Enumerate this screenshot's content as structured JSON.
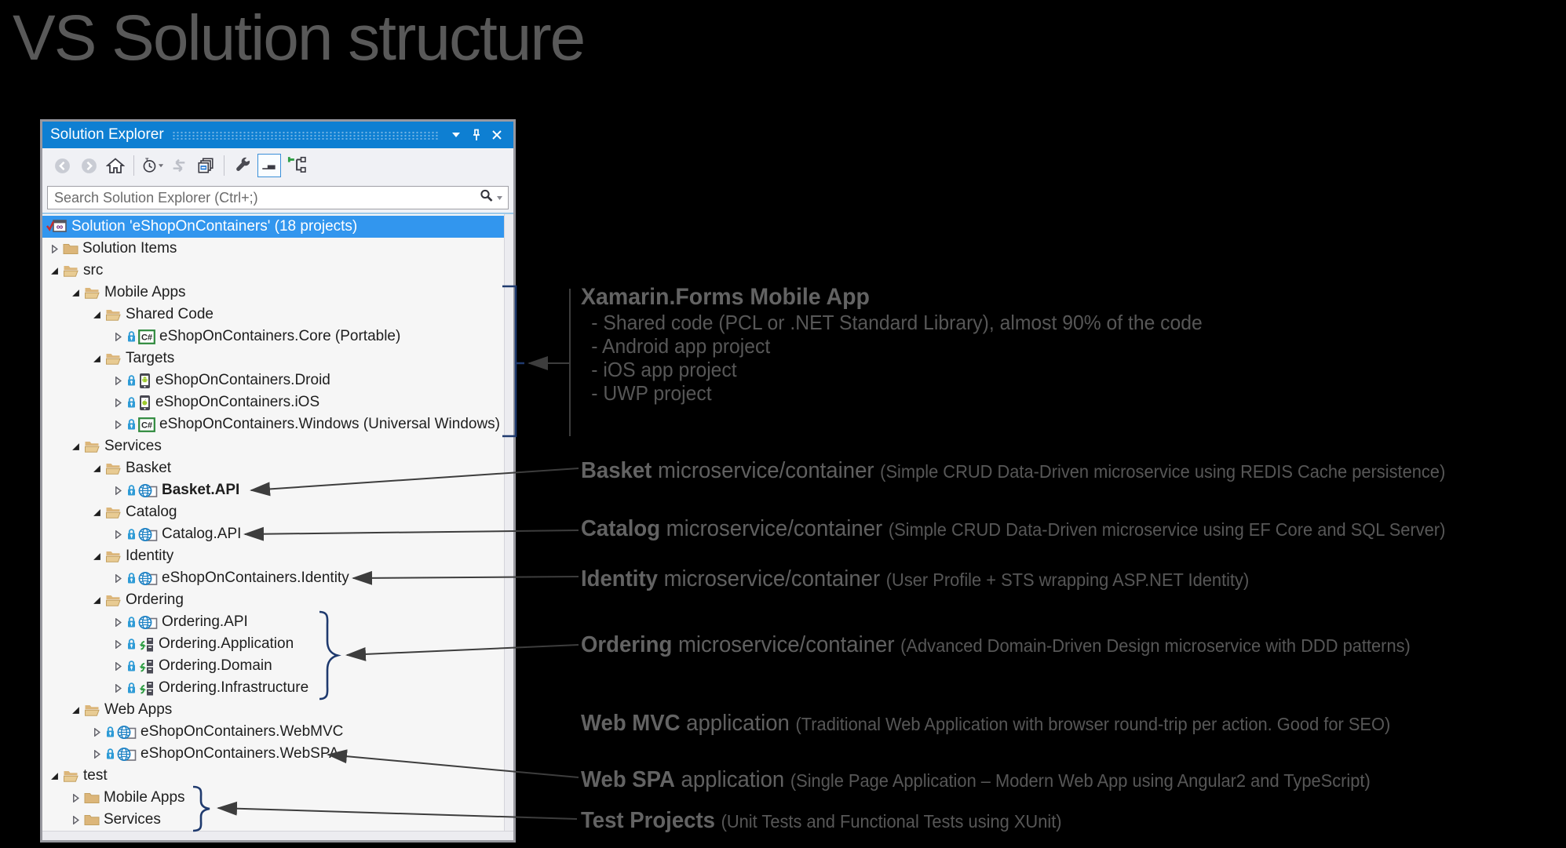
{
  "page": {
    "title": "VS Solution structure"
  },
  "panel": {
    "title": "Solution Explorer",
    "titlebar_icons": [
      "window-position-icon",
      "pin-icon",
      "close-icon"
    ],
    "toolbar_icons": [
      "back-icon",
      "forward-icon",
      "home-icon",
      "switch-views-icon",
      "refresh-icon",
      "collapse-all-icon",
      "properties-icon",
      "show-all-files-icon",
      "sync-with-active-document-icon"
    ],
    "search": {
      "placeholder": "Search Solution Explorer (Ctrl+;)",
      "icons": [
        "search-icon",
        "search-options-icon"
      ]
    },
    "tree": [
      {
        "label": "Solution 'eShopOnContainers' (18 projects)",
        "level": 0,
        "icon": "solution-icon",
        "selected": true
      },
      {
        "label": "Solution Items",
        "level": 1,
        "expander": "collapsed",
        "icon": "folder-closed-icon"
      },
      {
        "label": "src",
        "level": 1,
        "expander": "expanded",
        "icon": "folder-open-icon"
      },
      {
        "label": "Mobile Apps",
        "level": 2,
        "expander": "expanded",
        "icon": "folder-open-icon"
      },
      {
        "label": "Shared Code",
        "level": 3,
        "expander": "expanded",
        "icon": "folder-open-icon"
      },
      {
        "label": "eShopOnContainers.Core (Portable)",
        "level": 4,
        "expander": "collapsed",
        "icon": "csharp-project-icon",
        "lock": true
      },
      {
        "label": "Targets",
        "level": 3,
        "expander": "expanded",
        "icon": "folder-open-icon"
      },
      {
        "label": "eShopOnContainers.Droid",
        "level": 4,
        "expander": "collapsed",
        "icon": "android-project-icon",
        "lock": true
      },
      {
        "label": "eShopOnContainers.iOS",
        "level": 4,
        "expander": "collapsed",
        "icon": "ios-project-icon",
        "lock": true
      },
      {
        "label": "eShopOnContainers.Windows (Universal Windows)",
        "level": 4,
        "expander": "collapsed",
        "icon": "csharp-project-icon",
        "lock": true
      },
      {
        "label": "Services",
        "level": 2,
        "expander": "expanded",
        "icon": "folder-open-icon"
      },
      {
        "label": "Basket",
        "level": 3,
        "expander": "expanded",
        "icon": "folder-open-icon"
      },
      {
        "label": "Basket.API",
        "level": 4,
        "expander": "collapsed",
        "icon": "web-project-icon",
        "lock": true,
        "bold": true
      },
      {
        "label": "Catalog",
        "level": 3,
        "expander": "expanded",
        "icon": "folder-open-icon"
      },
      {
        "label": "Catalog.API",
        "level": 4,
        "expander": "collapsed",
        "icon": "web-project-icon",
        "lock": true
      },
      {
        "label": "Identity",
        "level": 3,
        "expander": "expanded",
        "icon": "folder-open-icon"
      },
      {
        "label": "eShopOnContainers.Identity",
        "level": 4,
        "expander": "collapsed",
        "icon": "web-project-icon",
        "lock": true
      },
      {
        "label": "Ordering",
        "level": 3,
        "expander": "expanded",
        "icon": "folder-open-icon"
      },
      {
        "label": "Ordering.API",
        "level": 4,
        "expander": "collapsed",
        "icon": "web-project-icon",
        "lock": true
      },
      {
        "label": "Ordering.Application",
        "level": 4,
        "expander": "collapsed",
        "icon": "library-project-icon",
        "lock": true
      },
      {
        "label": "Ordering.Domain",
        "level": 4,
        "expander": "collapsed",
        "icon": "library-project-icon",
        "lock": true
      },
      {
        "label": "Ordering.Infrastructure",
        "level": 4,
        "expander": "collapsed",
        "icon": "library-project-icon",
        "lock": true
      },
      {
        "label": "Web Apps",
        "level": 2,
        "expander": "expanded",
        "icon": "folder-open-icon"
      },
      {
        "label": "eShopOnContainers.WebMVC",
        "level": 3,
        "expander": "collapsed",
        "icon": "web-project-icon",
        "lock": true
      },
      {
        "label": "eShopOnContainers.WebSPA",
        "level": 3,
        "expander": "collapsed",
        "icon": "web-project-icon",
        "lock": true
      },
      {
        "label": "test",
        "level": 1,
        "expander": "expanded",
        "icon": "folder-open-icon"
      },
      {
        "label": "Mobile Apps",
        "level": 2,
        "expander": "collapsed",
        "icon": "folder-closed-icon"
      },
      {
        "label": "Services",
        "level": 2,
        "expander": "collapsed",
        "icon": "folder-closed-icon"
      }
    ]
  },
  "annotations": [
    {
      "title": "Xamarin.Forms Mobile App",
      "bullets": [
        "- Shared code (PCL or .NET Standard Library), almost 90% of the code",
        "- Android app project",
        "- iOS app project",
        "- UWP project"
      ]
    },
    {
      "bold": "Basket",
      "mid": "microservice/container",
      "note": "(Simple CRUD Data-Driven microservice using REDIS Cache persistence)"
    },
    {
      "bold": "Catalog",
      "mid": "microservice/container",
      "note": "(Simple CRUD Data-Driven microservice using EF Core and SQL Server)"
    },
    {
      "bold": "Identity",
      "mid": "microservice/container",
      "note": "(User Profile + STS wrapping ASP.NET Identity)"
    },
    {
      "bold": "Ordering",
      "mid": "microservice/container",
      "note": "(Advanced Domain-Driven Design microservice with DDD patterns)"
    },
    {
      "bold": "Web MVC",
      "mid": "application",
      "note": "(Traditional Web Application with browser round-trip per action. Good for SEO)"
    },
    {
      "bold": "Web SPA",
      "mid": "application",
      "note": "(Single Page Application – Modern Web App using Angular2 and TypeScript)"
    },
    {
      "bold": "Test Projects",
      "mid": "",
      "note": "(Unit Tests and Functional Tests using XUnit)"
    }
  ],
  "colors": {
    "titlebar_blue": "#0e7fd2",
    "selection_blue": "#3296ee",
    "folder_tan": "#dcb67a",
    "bracket_navy": "#1f3a6e",
    "connector_gray": "#3d3d3d",
    "annotation_gray": "#5f5f5f"
  }
}
